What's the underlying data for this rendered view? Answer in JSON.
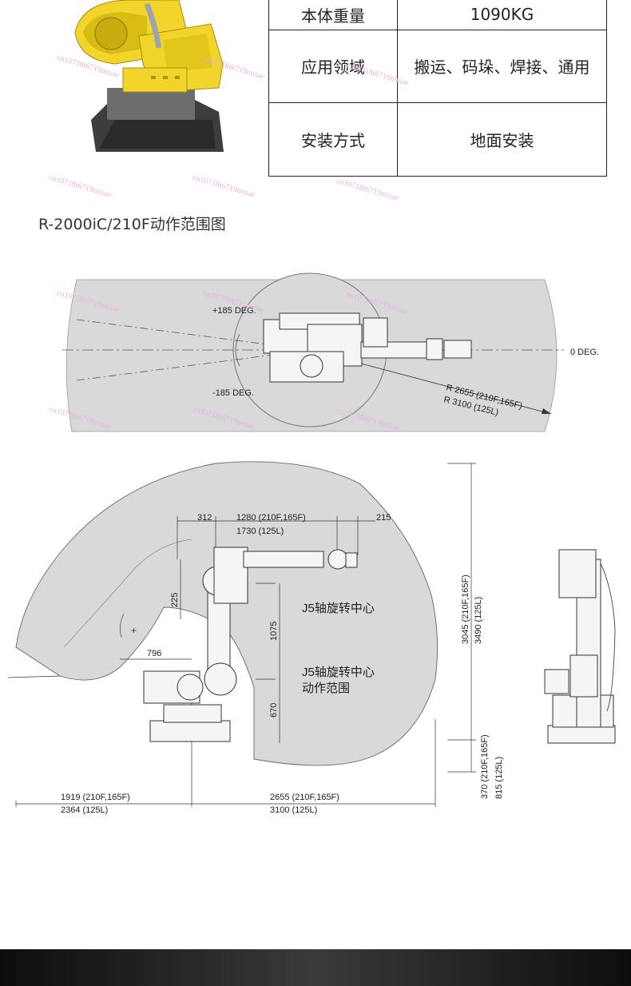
{
  "spec": {
    "rows": [
      {
        "label": "本体重量",
        "value": "1090KG"
      },
      {
        "label": "应用领域",
        "value": "搬运、码垛、焊接、通用"
      },
      {
        "label": "安装方式",
        "value": "地面安装"
      }
    ]
  },
  "section_title": "R-2000iC/210F动作范围图",
  "top_view": {
    "plus_deg": "+185 DEG.",
    "minus_deg": "-185 DEG.",
    "zero_deg": "0 DEG.",
    "radius_1": "R 2655  (210F,165F)",
    "radius_2": "R 3100  (125L)"
  },
  "side_view": {
    "dim_312": "312",
    "dim_1280": "1280  (210F,165F)",
    "dim_1730": "1730  (125L)",
    "dim_215": "215",
    "dim_225": "225",
    "dim_1075": "1075",
    "dim_670": "670",
    "dim_796": "796",
    "j5_center": "J5轴旋转中心",
    "j5_range_1": "J5轴旋转中心",
    "j5_range_2": "动作范围",
    "dim_3045": "3045  (210F,165F)",
    "dim_3490": "3490  (125L)",
    "dim_370": "370  (210F,165F)",
    "dim_815": "815  (125L)",
    "dim_1919": "1919  (210F,165F)",
    "dim_2364": "2364  (125L)",
    "dim_2655": "2655  (210F,165F)",
    "dim_3100": "3100  (125L)",
    "plus_mark": "+"
  },
  "watermark": "cn10718t6719misae",
  "colors": {
    "robot_yellow": "#f1d52a",
    "envelope_gray": "#d9d9d9",
    "bottom_bar": "#1c1c1c"
  }
}
